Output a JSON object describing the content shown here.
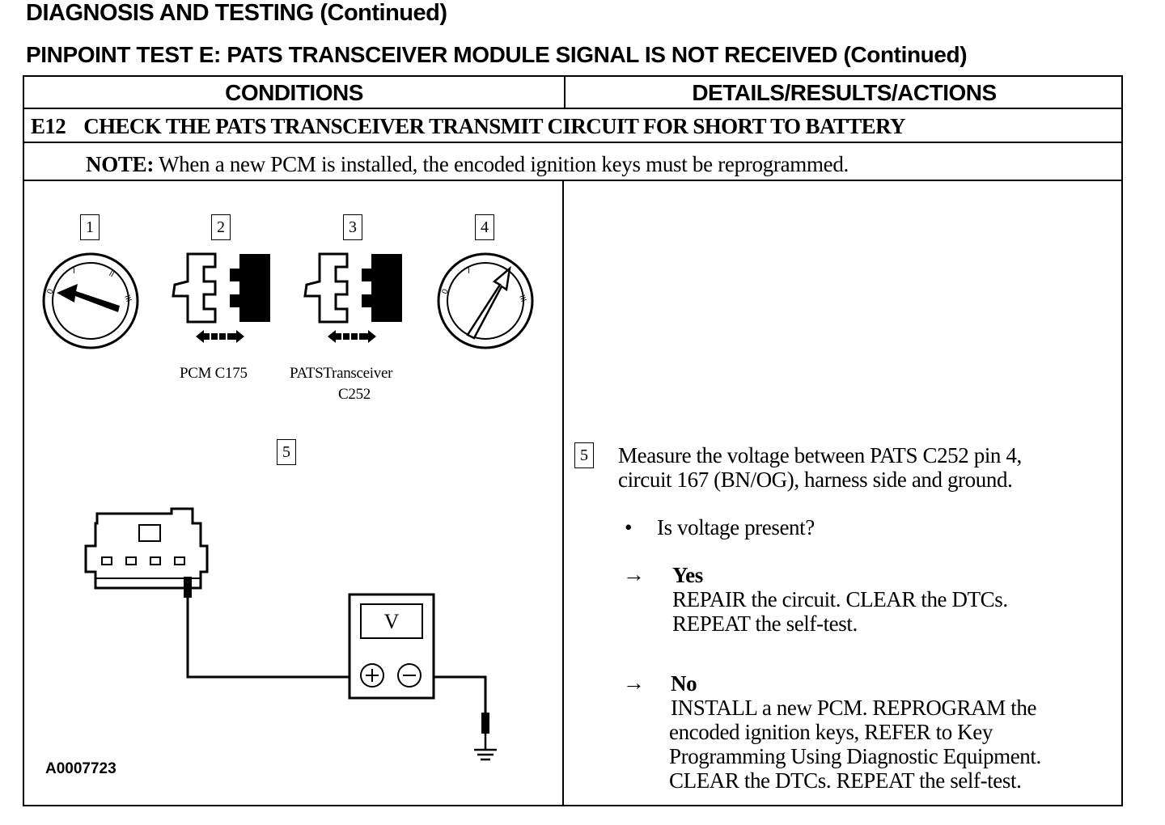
{
  "header": {
    "title": "DIAGNOSIS AND TESTING (Continued)",
    "test_title": "PINPOINT TEST E:  PATS TRANSCEIVER MODULE SIGNAL IS NOT RECEIVED (Continued)"
  },
  "table": {
    "col_conditions": "CONDITIONS",
    "col_details": "DETAILS/RESULTS/ACTIONS",
    "step_id": "E12",
    "step_title": "CHECK THE PATS TRANSCEIVER TRANSMIT CIRCUIT FOR SHORT TO BATTERY",
    "note_label": "NOTE:",
    "note_text": " When a new PCM is installed, the encoded ignition keys must be reprogrammed."
  },
  "figure": {
    "callouts": [
      "1",
      "2",
      "3",
      "4",
      "5"
    ],
    "caption_pcm": "PCM C175",
    "caption_pats_1": "PATSTransceiver",
    "caption_pats_2": "C252",
    "meter_label": "V",
    "key_positions": [
      "0",
      "I",
      "II",
      "III"
    ],
    "figure_id": "A0007723"
  },
  "details": {
    "callout": "5",
    "measure_line1": "Measure the voltage between PATS C252 pin 4,",
    "measure_line2": "circuit 167 (BN/OG), harness side and ground.",
    "question": "Is voltage present?",
    "bullet": "•",
    "arrow": "→",
    "yes_label": "Yes",
    "yes_line1": "REPAIR the circuit. CLEAR the DTCs.",
    "yes_line2": "REPEAT the self-test.",
    "no_label": "No",
    "no_line1": "INSTALL a new PCM. REPROGRAM the",
    "no_line2": "encoded ignition  keys, REFER to Key",
    "no_line3": "Programming Using Diagnostic Equipment.",
    "no_line4": "CLEAR the DTCs. REPEAT the self-test."
  }
}
